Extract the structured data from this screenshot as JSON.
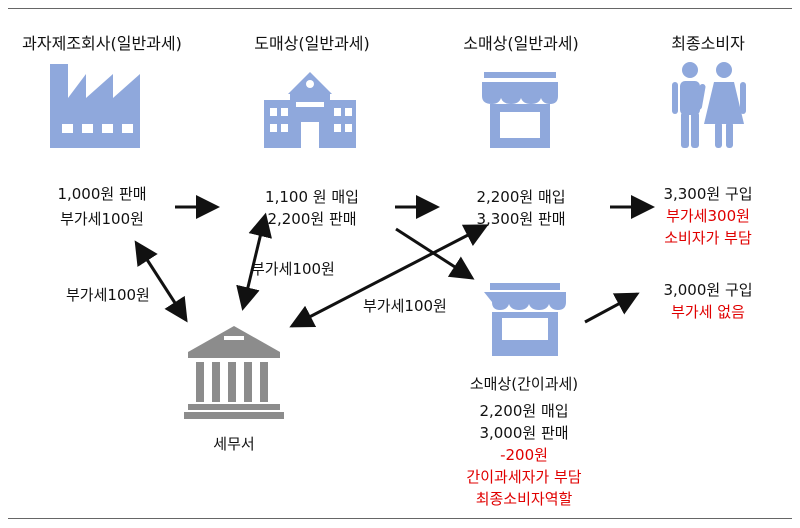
{
  "headers": {
    "manufacturer": "과자제조회사(일반과세)",
    "wholesaler": "도매상(일반과세)",
    "retailer_general": "소매상(일반과세)",
    "consumer": "최종소비자"
  },
  "manufacturer": {
    "line1": "1,000원 판매",
    "line2": "부가세100원"
  },
  "wholesaler": {
    "line1": "1,100 원 매입",
    "line2": "2,200원 판매"
  },
  "retailer_general": {
    "line1": "2,200원 매입",
    "line2": "3,300원 판매"
  },
  "consumer_from_general": {
    "line1": "3,300원 구입",
    "line2": "부가세300원",
    "line3": "소비자가 부담"
  },
  "consumer_from_simple": {
    "line1": "3,000원 구입",
    "line2": "부가세 없음"
  },
  "retailer_simple": {
    "title": "소매상(간이과세)",
    "line1": "2,200원 매입",
    "line2": "3,000원 판매",
    "line3": "-200원",
    "line4": "간이과세자가 부담",
    "line5": "최종소비자역할"
  },
  "vat_labels": {
    "manufacturer": "부가세100원",
    "wholesaler": "부가세100원",
    "retailer": "부가세100원"
  },
  "tax_office": {
    "label": "세무서"
  },
  "colors": {
    "icon": "#8fa8dc",
    "tax_office": "#8c8c8c",
    "arrow": "#111111",
    "emphasis": "#e00000"
  }
}
